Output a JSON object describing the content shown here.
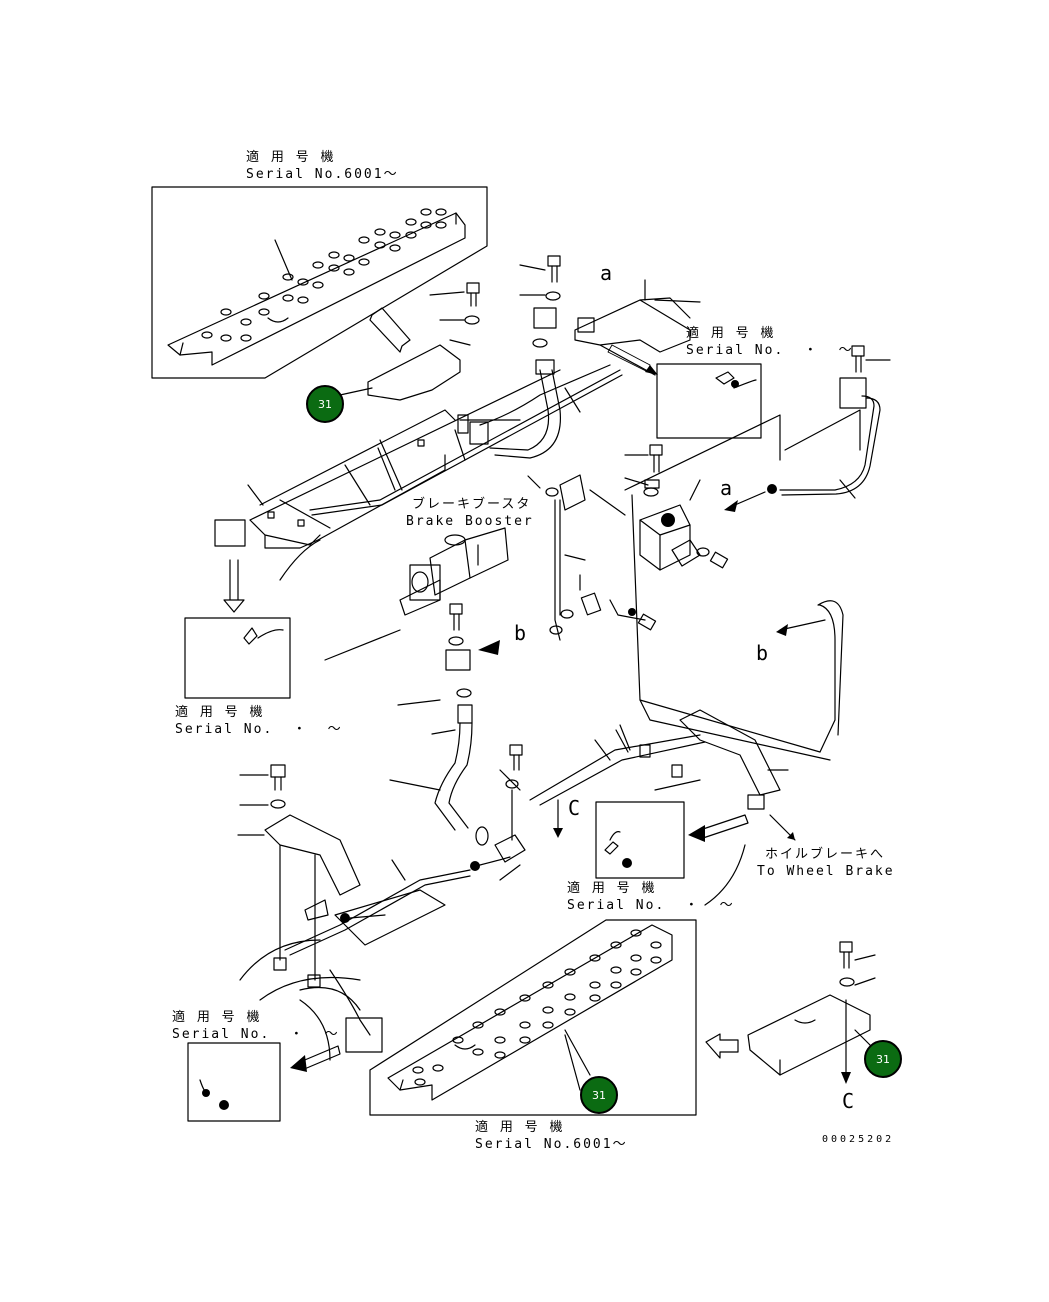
{
  "labels": {
    "serial_jp": "適 用 号 機",
    "serial_6001": "Serial No.6001〜",
    "serial_blank": "Serial No.  ・  〜",
    "brake_booster_jp": "ブレーキブースタ",
    "brake_booster_en": "Brake Booster",
    "wheel_brake_jp": "ホイルブレーキへ",
    "wheel_brake_en": "To Wheel Brake",
    "ref_a": "a",
    "ref_b": "b",
    "ref_c": "C"
  },
  "callouts": [
    {
      "number": "31"
    },
    {
      "number": "31"
    },
    {
      "number": "31"
    }
  ],
  "drawing_number": "00025202",
  "colors": {
    "callout_fill": "#0b6b12",
    "line": "#000000"
  }
}
